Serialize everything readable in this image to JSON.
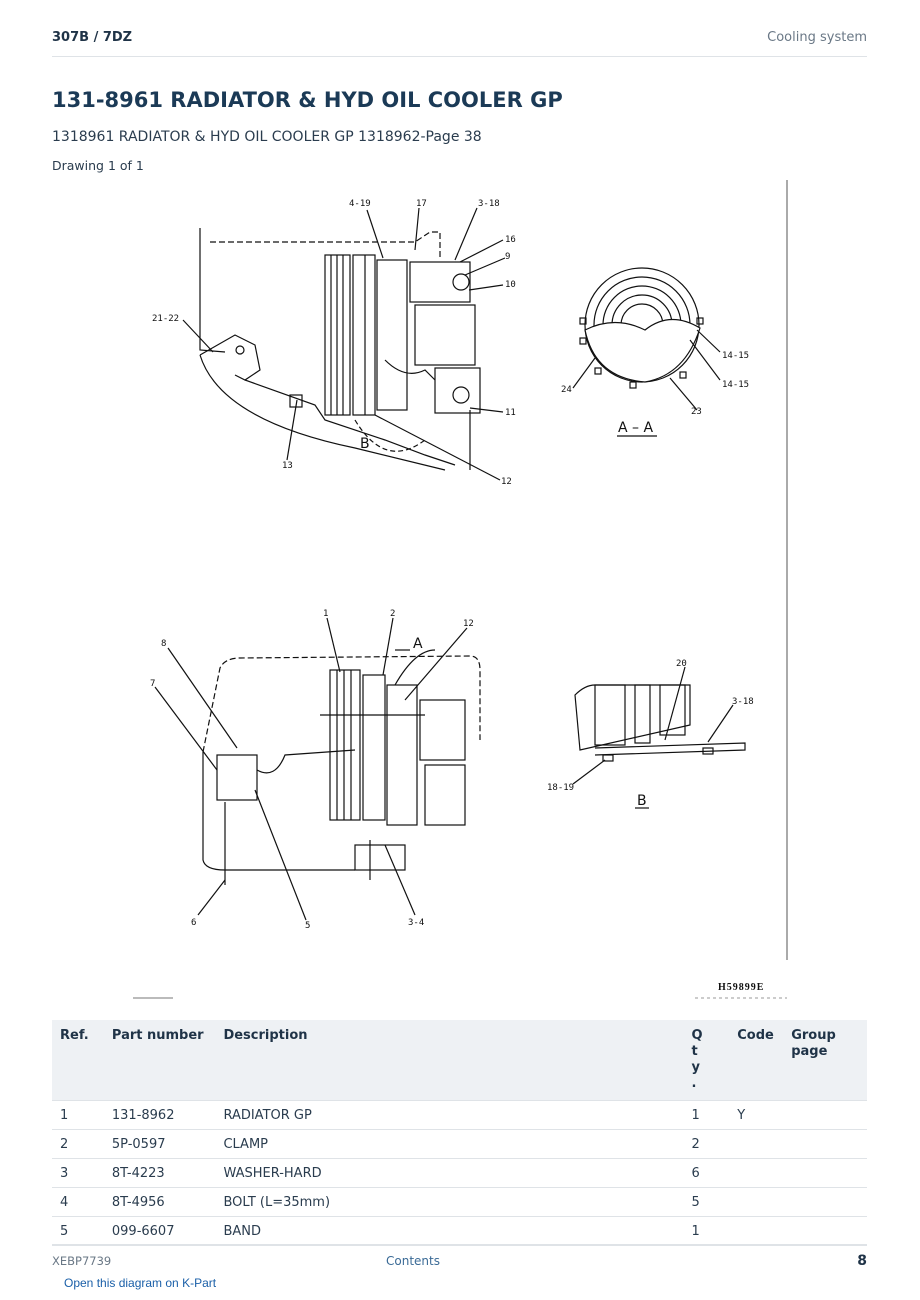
{
  "header": {
    "model": "307B  /  7DZ",
    "section": "Cooling system"
  },
  "page_title": "131-8961 RADIATOR & HYD OIL COOLER GP",
  "subtitle": "1318961 RADIATOR & HYD OIL COOLER GP 1318962-Page 38",
  "drawing_count": "Drawing 1 of 1",
  "diagram": {
    "drawing_id": "H59899E",
    "view_aa_label": "A – A",
    "view_b_label": "B",
    "section_b_mark": "B",
    "section_a_mark": "A",
    "callouts": {
      "c4_19": "4-19",
      "c17": "17",
      "c3_18_top": "3-18",
      "c16": "16",
      "c9": "9",
      "c10": "10",
      "c21_22": "21-22",
      "c11": "11",
      "c13": "13",
      "c12_top": "12",
      "c14_15_a": "14-15",
      "c14_15_b": "14-15",
      "c24": "24",
      "c23": "23",
      "c1": "1",
      "c2": "2",
      "c12_bot": "12",
      "c8": "8",
      "c7": "7",
      "c6": "6",
      "c5": "5",
      "c3_4": "3-4",
      "c20": "20",
      "c3_18_b": "3-18",
      "c18_19": "18-19"
    }
  },
  "parts_table": {
    "headers": {
      "ref": "Ref.",
      "part_number": "Part number",
      "description": "Description",
      "qty": "Qty .",
      "code": "Code",
      "group_page": "Group page"
    },
    "rows": [
      {
        "ref": "1",
        "part_number": "131-8962",
        "description": "RADIATOR GP",
        "qty": "1",
        "code": "Y",
        "group_page": ""
      },
      {
        "ref": "2",
        "part_number": "5P-0597",
        "description": "CLAMP",
        "qty": "2",
        "code": "",
        "group_page": ""
      },
      {
        "ref": "3",
        "part_number": "8T-4223",
        "description": "WASHER-HARD",
        "qty": "6",
        "code": "",
        "group_page": ""
      },
      {
        "ref": "4",
        "part_number": "8T-4956",
        "description": "BOLT (L=35mm)",
        "qty": "5",
        "code": "",
        "group_page": ""
      },
      {
        "ref": "5",
        "part_number": "099-6607",
        "description": "BAND",
        "qty": "1",
        "code": "",
        "group_page": ""
      }
    ]
  },
  "footer": {
    "doc_id": "XEBP7739",
    "contents_link": "Contents",
    "page_number": "8"
  },
  "kpart_link": "Open this diagram on K-Part"
}
